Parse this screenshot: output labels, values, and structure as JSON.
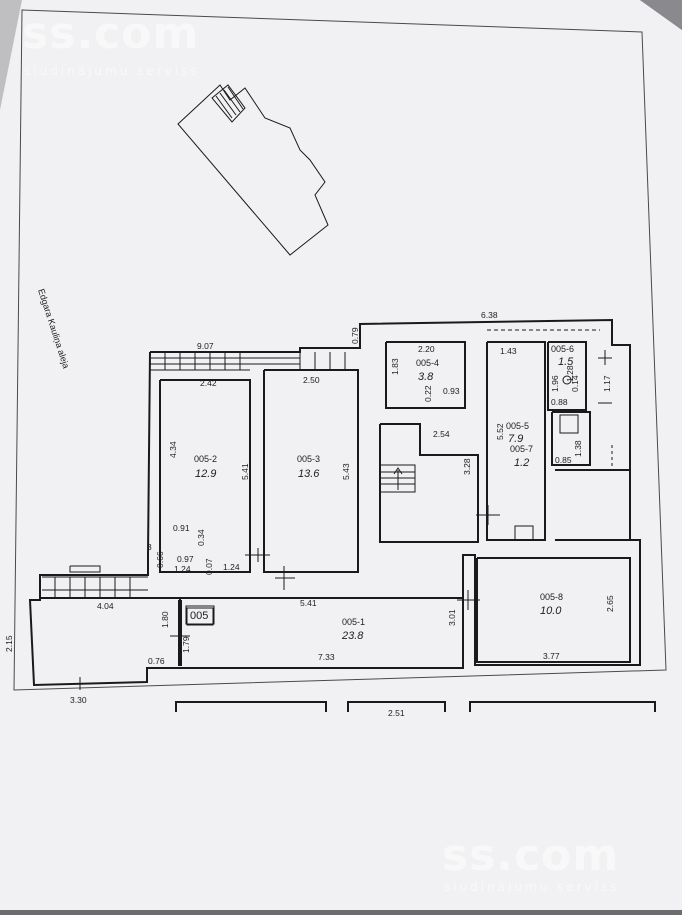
{
  "watermark": {
    "brand_top": "ss.com",
    "sub_top": "sludinājumu serviss",
    "brand_bottom": "ss.com",
    "sub_bottom": "sludinājumu serviss"
  },
  "street_label": "Edgara Kauliņa aleja",
  "unit_label": "005",
  "rooms": [
    {
      "id": "005-1",
      "area": "23.8"
    },
    {
      "id": "005-2",
      "area": "12.9"
    },
    {
      "id": "005-3",
      "area": "13.6"
    },
    {
      "id": "005-4",
      "area": "3.8"
    },
    {
      "id": "005-5",
      "area": "7.9"
    },
    {
      "id": "005-6",
      "area": "1.5"
    },
    {
      "id": "005-7",
      "area": "1.2"
    },
    {
      "id": "005-8",
      "area": "10.0"
    }
  ],
  "dimensions": [
    "6.38",
    "9.07",
    "0.79",
    "2.20",
    "1.43",
    "2.42",
    "2.50",
    "1.83",
    "0.22",
    "0.93",
    "1.96",
    "1.28",
    "0.14",
    "0.88",
    "1.17",
    "4.34",
    "5.41",
    "5.43",
    "2.54",
    "3.28",
    "5.52",
    "1.38",
    "0.85",
    "0.91",
    "0.34",
    "3",
    "0.66",
    "0.97",
    "1.24",
    "0.07",
    "1.24",
    "4.04",
    "5.41",
    "1.80",
    "1.79",
    "2.15",
    "0.76",
    "7.33",
    "3.01",
    "2.65",
    "3.77",
    "3.30",
    "2.51"
  ]
}
